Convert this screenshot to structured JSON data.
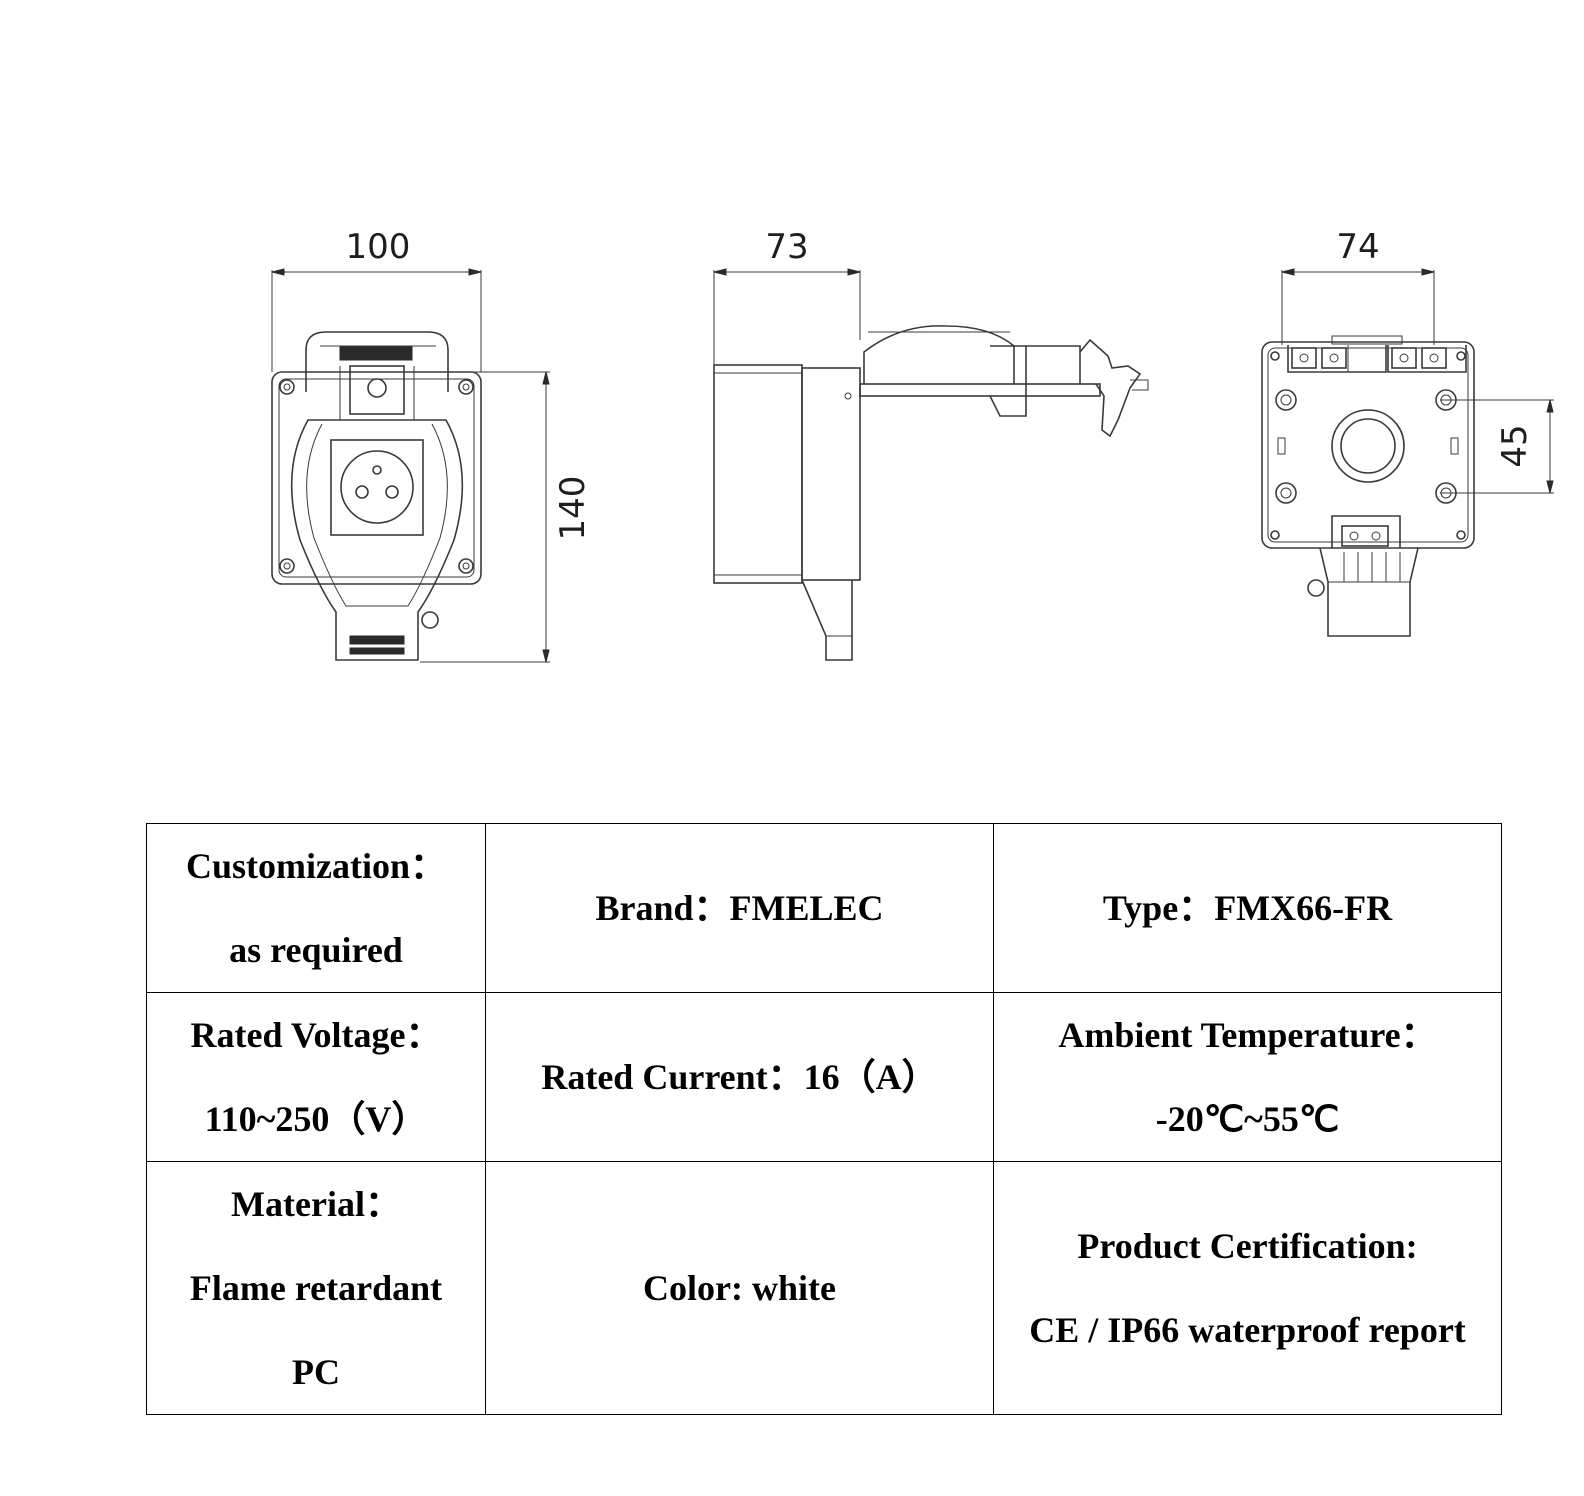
{
  "dimensions": {
    "front_width": "100",
    "front_height": "140",
    "side_width": "73",
    "back_width": "74",
    "back_hole_spacing": "45"
  },
  "specs": {
    "customization": {
      "label": "Customization：",
      "value": "as required"
    },
    "brand": {
      "label": "Brand：",
      "value": "FMELEC"
    },
    "type": {
      "label": "Type：",
      "value": "FMX66-FR"
    },
    "rated_voltage": {
      "label": "Rated Voltage：",
      "value": "110~250（V）"
    },
    "rated_current": {
      "label": "Rated Current：",
      "value": "16（A）"
    },
    "ambient_temperature": {
      "label": "Ambient Temperature：",
      "value": "-20℃~55℃"
    },
    "material": {
      "label": "Material：",
      "value_line1": "Flame retardant",
      "value_line2": "PC"
    },
    "color": {
      "label": "Color:",
      "value": "white"
    },
    "certification": {
      "label": "Product Certification:",
      "value": "CE / IP66 waterproof report"
    }
  }
}
